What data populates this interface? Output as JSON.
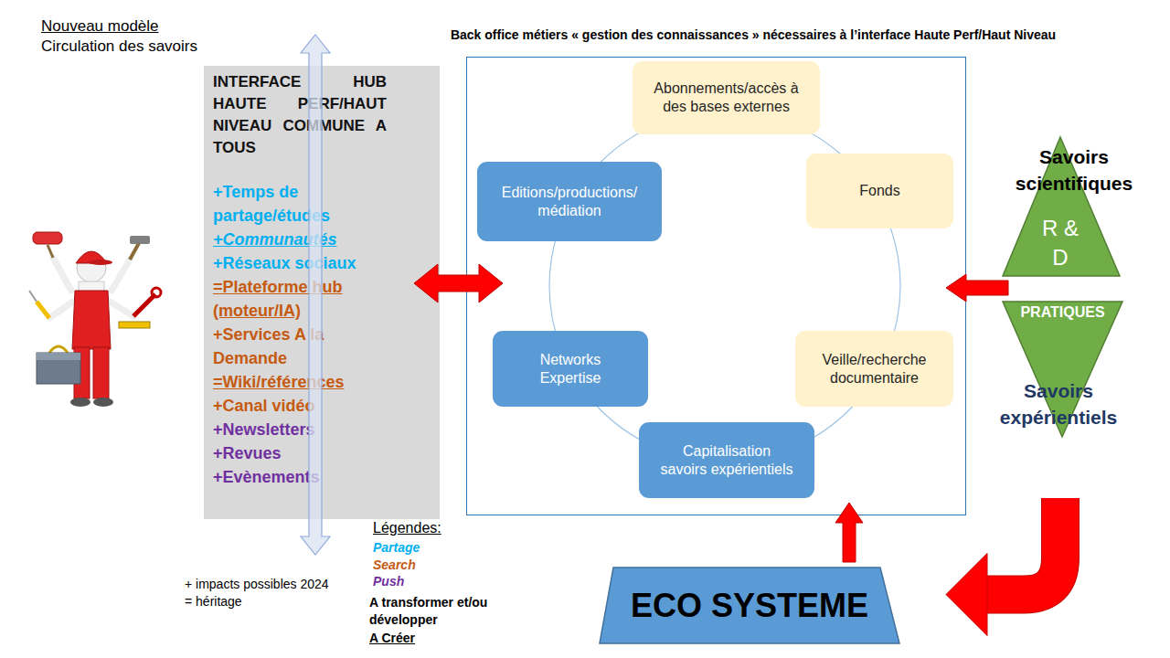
{
  "diagram": {
    "title": "Nouveau modèle",
    "nodes": [
      {
        "text": [
          "INTERFACE HUB HAUTE PERF/HAUT NIVEAU COMMUNE A TOUS",
          "+Temps de partage/études",
          "+Communautés",
          "+Réseaux sociaux",
          "=Plateforme hub (moteur/IA)",
          "+Services A la Demande",
          "=Wiki/références",
          "+Canal vidéo",
          "+Newsletters",
          "+Revues",
          "+Evènements"
        ]
      },
      {
        "text": [
          "Back office métiers « gestion des connaissances » nécessaires à l’interface Haute Perf/Haut Niveau"
        ]
      },
      {
        "text": [
          "Abonnements/accès à des bases externes"
        ],
        "in": 1
      },
      {
        "text": [
          "Editions/productions/ médiation"
        ],
        "in": 1
      },
      {
        "text": [
          "Fonds"
        ],
        "in": 1
      },
      {
        "text": [
          "Networks Expertise"
        ],
        "in": 1
      },
      {
        "text": [
          "Veille/recherche documentaire"
        ],
        "in": 1
      },
      {
        "text": [
          "Capitalisation savoirs expérientiels"
        ],
        "in": 1
      },
      {
        "text": [
          "Savoirs scientifiques",
          "R & D"
        ]
      },
      {
        "text": [
          "PRATIQUES",
          "Savoirs expérientiels"
        ]
      },
      {
        "text": [
          "ECO SYSTEME"
        ]
      }
    ],
    "edges": [
      {
        "from": 0,
        "to": 1,
        "arrow": "both"
      },
      {
        "from": 8,
        "to": 1,
        "arrow": "to"
      },
      {
        "from": 9,
        "to": 10,
        "arrow": "to"
      },
      {
        "from": 10,
        "to": 1,
        "arrow": "to"
      }
    ],
    "labels": [
      "Circulation des savoirs",
      "Légendes:",
      "+ impacts possibles 2024",
      "= héritage"
    ],
    "legend": [
      {
        "text": "Partage",
        "color": "#00b0f0"
      },
      {
        "text": "Search",
        "color": "#c55a11"
      },
      {
        "text": "Push",
        "color": "#7030a0"
      },
      {
        "text": "A transformer et/ou développer"
      },
      {
        "text": "A Créer"
      }
    ]
  }
}
